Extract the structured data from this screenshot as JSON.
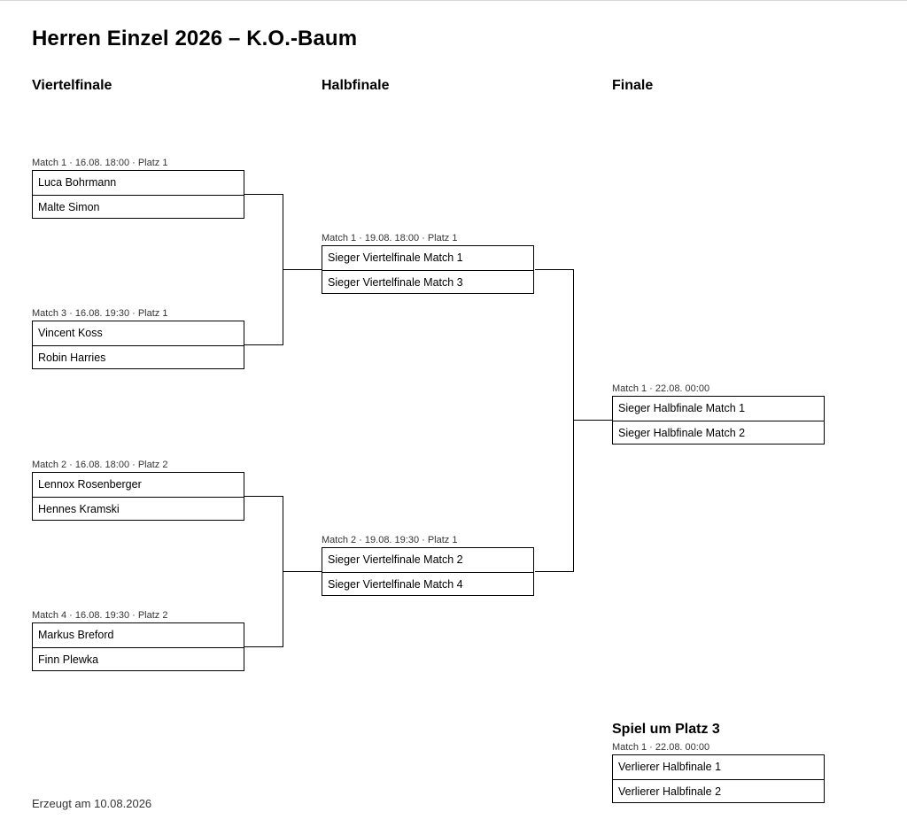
{
  "title": "Herren Einzel 2026 – K.O.-Baum",
  "rounds": {
    "quarterfinal": "Viertelfinale",
    "semifinal": "Halbfinale",
    "final": "Finale"
  },
  "quarterfinals": [
    {
      "label": "Match 1 · 16.08. 18:00 · Platz 1",
      "players": [
        "Luca Bohrmann",
        "Malte Simon"
      ]
    },
    {
      "label": "Match 3 · 16.08. 19:30 · Platz 1",
      "players": [
        "Vincent Koss",
        "Robin Harries"
      ]
    },
    {
      "label": "Match 2 · 16.08. 18:00 · Platz 2",
      "players": [
        "Lennox Rosenberger",
        "Hennes Kramski"
      ]
    },
    {
      "label": "Match 4 · 16.08. 19:30 · Platz 2",
      "players": [
        "Markus Breford",
        "Finn Plewka"
      ]
    }
  ],
  "semifinals": [
    {
      "label": "Match 1 · 19.08. 18:00 · Platz 1",
      "players": [
        "Sieger Viertelfinale Match 1",
        "Sieger Viertelfinale Match 3"
      ]
    },
    {
      "label": "Match 2 · 19.08. 19:30 · Platz 1",
      "players": [
        "Sieger Viertelfinale Match 2",
        "Sieger Viertelfinale Match 4"
      ]
    }
  ],
  "final": {
    "label": "Match 1 · 22.08. 00:00",
    "players": [
      "Sieger Halbfinale Match 1",
      "Sieger Halbfinale Match 2"
    ]
  },
  "third_place": {
    "title": "Spiel um Platz 3",
    "label": "Match 1 · 22.08. 00:00",
    "players": [
      "Verlierer Halbfinale 1",
      "Verlierer Halbfinale 2"
    ]
  },
  "footer": "Erzeugt am 10.08.2026"
}
